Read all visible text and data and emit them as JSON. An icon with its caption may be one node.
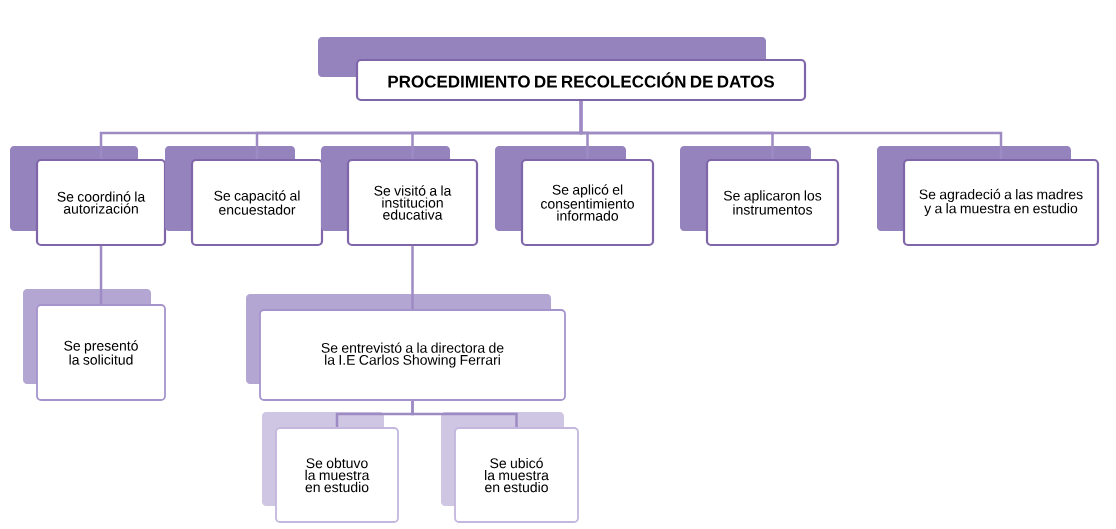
{
  "diagram": {
    "nodes": [
      {
        "text": [
          "PROCEDIMIENTO DE RECOLECCIÓN DE DATOS"
        ]
      },
      {
        "text": [
          "Se coordinó la autorización"
        ]
      },
      {
        "text": [
          "Se capacitó al encuestador"
        ]
      },
      {
        "text": [
          "Se visitó a la institucion educativa"
        ]
      },
      {
        "text": [
          "Se aplicó el consentimiento informado"
        ]
      },
      {
        "text": [
          "Se aplicaron los instrumentos"
        ]
      },
      {
        "text": [
          "Se agradeció a las madres y a la muestra en estudio"
        ]
      },
      {
        "text": [
          "Se presentó la solicitud"
        ]
      },
      {
        "text": [
          "Se entrevistó a la directora de la I.E Carlos Showing Ferrari"
        ]
      },
      {
        "text": [
          "Se obtuvo la muestra en estudio"
        ]
      },
      {
        "text": [
          "Se ubicó la muestra en estudio"
        ]
      }
    ],
    "edges": [
      {
        "from": 0,
        "to": 1,
        "arrow": "none"
      },
      {
        "from": 0,
        "to": 2,
        "arrow": "none"
      },
      {
        "from": 0,
        "to": 3,
        "arrow": "none"
      },
      {
        "from": 0,
        "to": 4,
        "arrow": "none"
      },
      {
        "from": 0,
        "to": 5,
        "arrow": "none"
      },
      {
        "from": 0,
        "to": 6,
        "arrow": "none"
      },
      {
        "from": 1,
        "to": 7,
        "arrow": "none"
      },
      {
        "from": 3,
        "to": 8,
        "arrow": "none"
      },
      {
        "from": 8,
        "to": 9,
        "arrow": "none"
      },
      {
        "from": 8,
        "to": 10,
        "arrow": "none"
      }
    ]
  }
}
